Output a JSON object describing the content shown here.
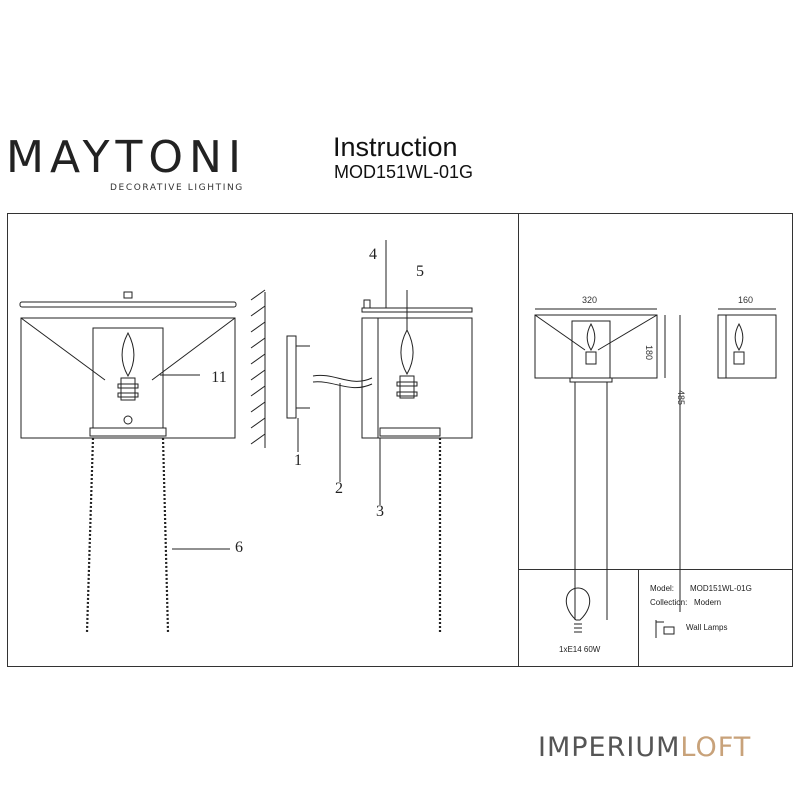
{
  "brand": {
    "logo": "MAYTONI",
    "tagline": "DECORATIVE LIGHTING"
  },
  "document": {
    "title": "Instruction",
    "model_code": "MOD151WL-01G"
  },
  "callouts": {
    "c1": "1",
    "c2": "2",
    "c3": "3",
    "c4": "4",
    "c5": "5",
    "c6": "6",
    "c11": "11"
  },
  "dimensions": {
    "width": "320",
    "depth": "160",
    "shade_height": "180",
    "total_height": "485"
  },
  "spec": {
    "bulb": "1xE14 60W",
    "model_label": "Model:",
    "model_value": "MOD151WL-01G",
    "collection_label": "Collection:",
    "collection_value": "Modern",
    "category": "Wall Lamps"
  },
  "watermark": {
    "part1": "IMPERIUM",
    "part2": "LOFT"
  },
  "icons": [
    "bulb-icon",
    "wall-lamp-icon"
  ]
}
